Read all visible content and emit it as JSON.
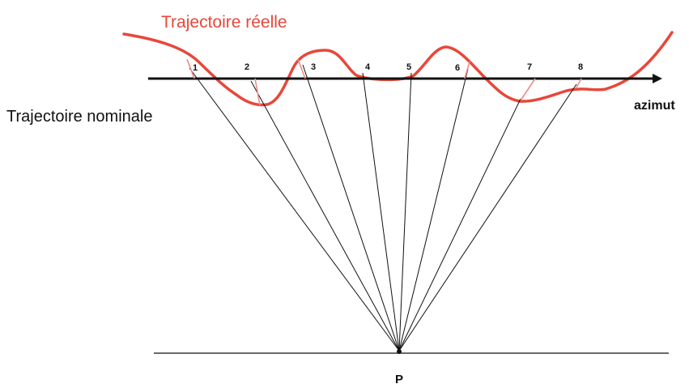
{
  "labels": {
    "real_trajectory": "Trajectoire réelle",
    "nominal_trajectory": "Trajectoire nominale",
    "azimuth_axis": "azimut",
    "point": "P"
  },
  "positions": [
    {
      "label": "1"
    },
    {
      "label": "2"
    },
    {
      "label": "3"
    },
    {
      "label": "4"
    },
    {
      "label": "5"
    },
    {
      "label": "6"
    },
    {
      "label": "7"
    },
    {
      "label": "8"
    }
  ],
  "colors": {
    "real_trajectory": "#e8473a",
    "real_segment": "#ef8a88",
    "line": "#111111",
    "text": "#111111"
  }
}
